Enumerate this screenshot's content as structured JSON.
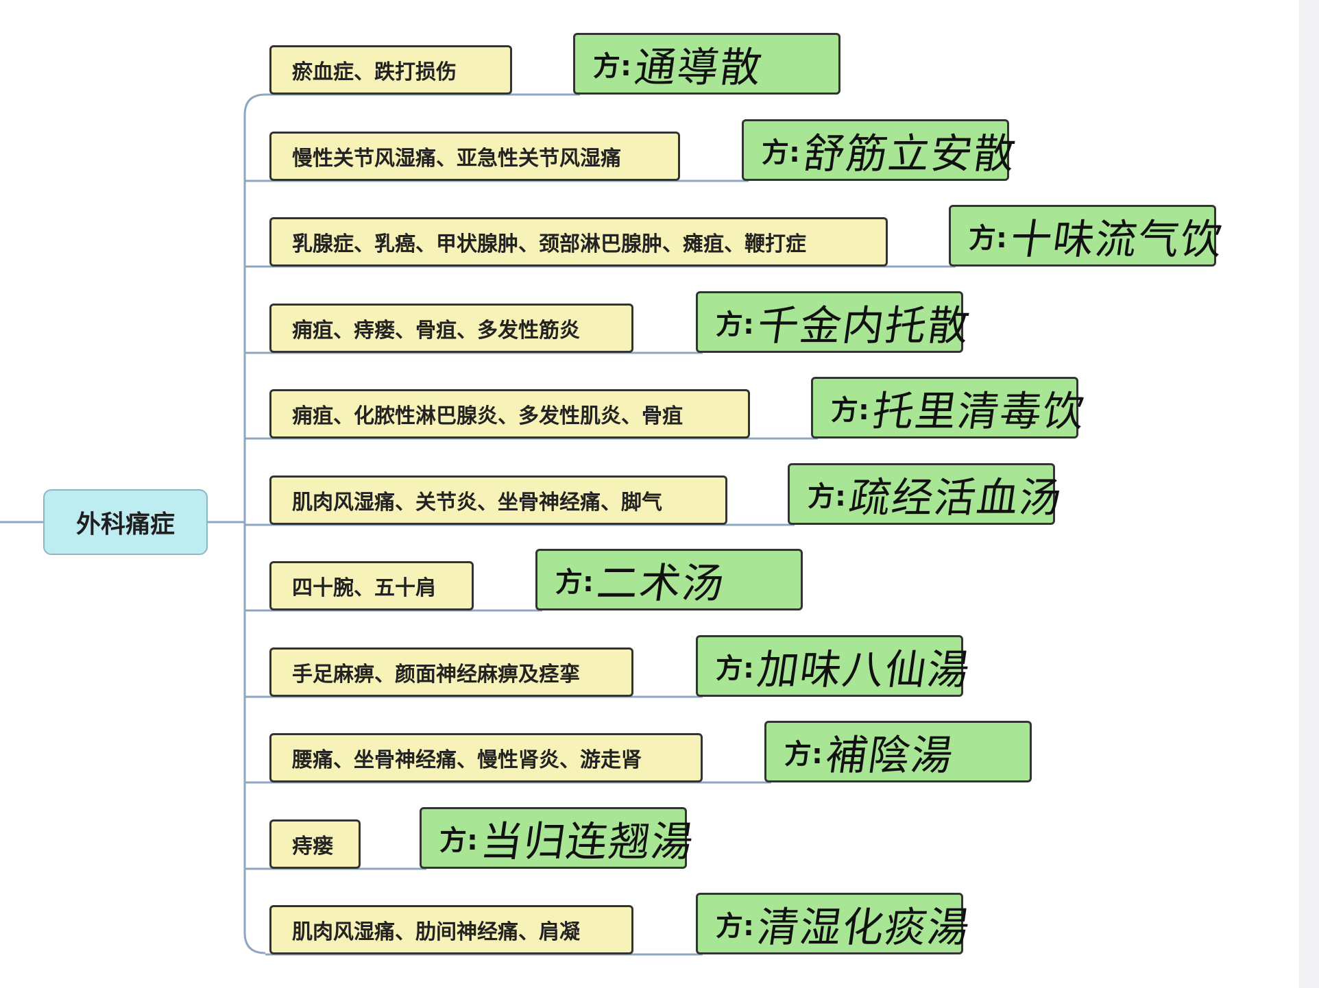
{
  "root": {
    "label": "外科痛症"
  },
  "branches": [
    {
      "symptoms": "瘀血症、跌打损伤",
      "remedy_prefix": "方:",
      "remedy_name": "通導散"
    },
    {
      "symptoms": "慢性关节风湿痛、亚急性关节风湿痛",
      "remedy_prefix": "方:",
      "remedy_name": "舒筋立安散"
    },
    {
      "symptoms": "乳腺症、乳癌、甲状腺肿、颈部淋巴腺肿、瘫疽、鞭打症",
      "remedy_prefix": "方:",
      "remedy_name": "十味流气饮"
    },
    {
      "symptoms": "痈疽、痔瘘、骨疽、多发性筋炎",
      "remedy_prefix": "方:",
      "remedy_name": "千金内托散"
    },
    {
      "symptoms": "痈疽、化脓性淋巴腺炎、多发性肌炎、骨疽",
      "remedy_prefix": "方:",
      "remedy_name": "托里清毒饮"
    },
    {
      "symptoms": "肌肉风湿痛、关节炎、坐骨神经痛、脚气",
      "remedy_prefix": "方:",
      "remedy_name": "疏经活血汤"
    },
    {
      "symptoms": "四十腕、五十肩",
      "remedy_prefix": "方:",
      "remedy_name": "二术汤"
    },
    {
      "symptoms": "手足麻痹、颜面神经麻痹及痉挛",
      "remedy_prefix": "方:",
      "remedy_name": "加味八仙湯"
    },
    {
      "symptoms": "腰痛、坐骨神经痛、慢性肾炎、游走肾",
      "remedy_prefix": "方:",
      "remedy_name": "補陰湯"
    },
    {
      "symptoms": "痔瘘",
      "remedy_prefix": "方:",
      "remedy_name": "当归连翘湯"
    },
    {
      "symptoms": "肌肉风湿痛、肋间神经痛、肩凝",
      "remedy_prefix": "方:",
      "remedy_name": "清湿化痰湯"
    }
  ],
  "colors": {
    "root_fill": "#bdecf1",
    "symptom_fill": "#f6f2b8",
    "remedy_fill": "#a8e695",
    "connector": "#8fa6bf"
  }
}
